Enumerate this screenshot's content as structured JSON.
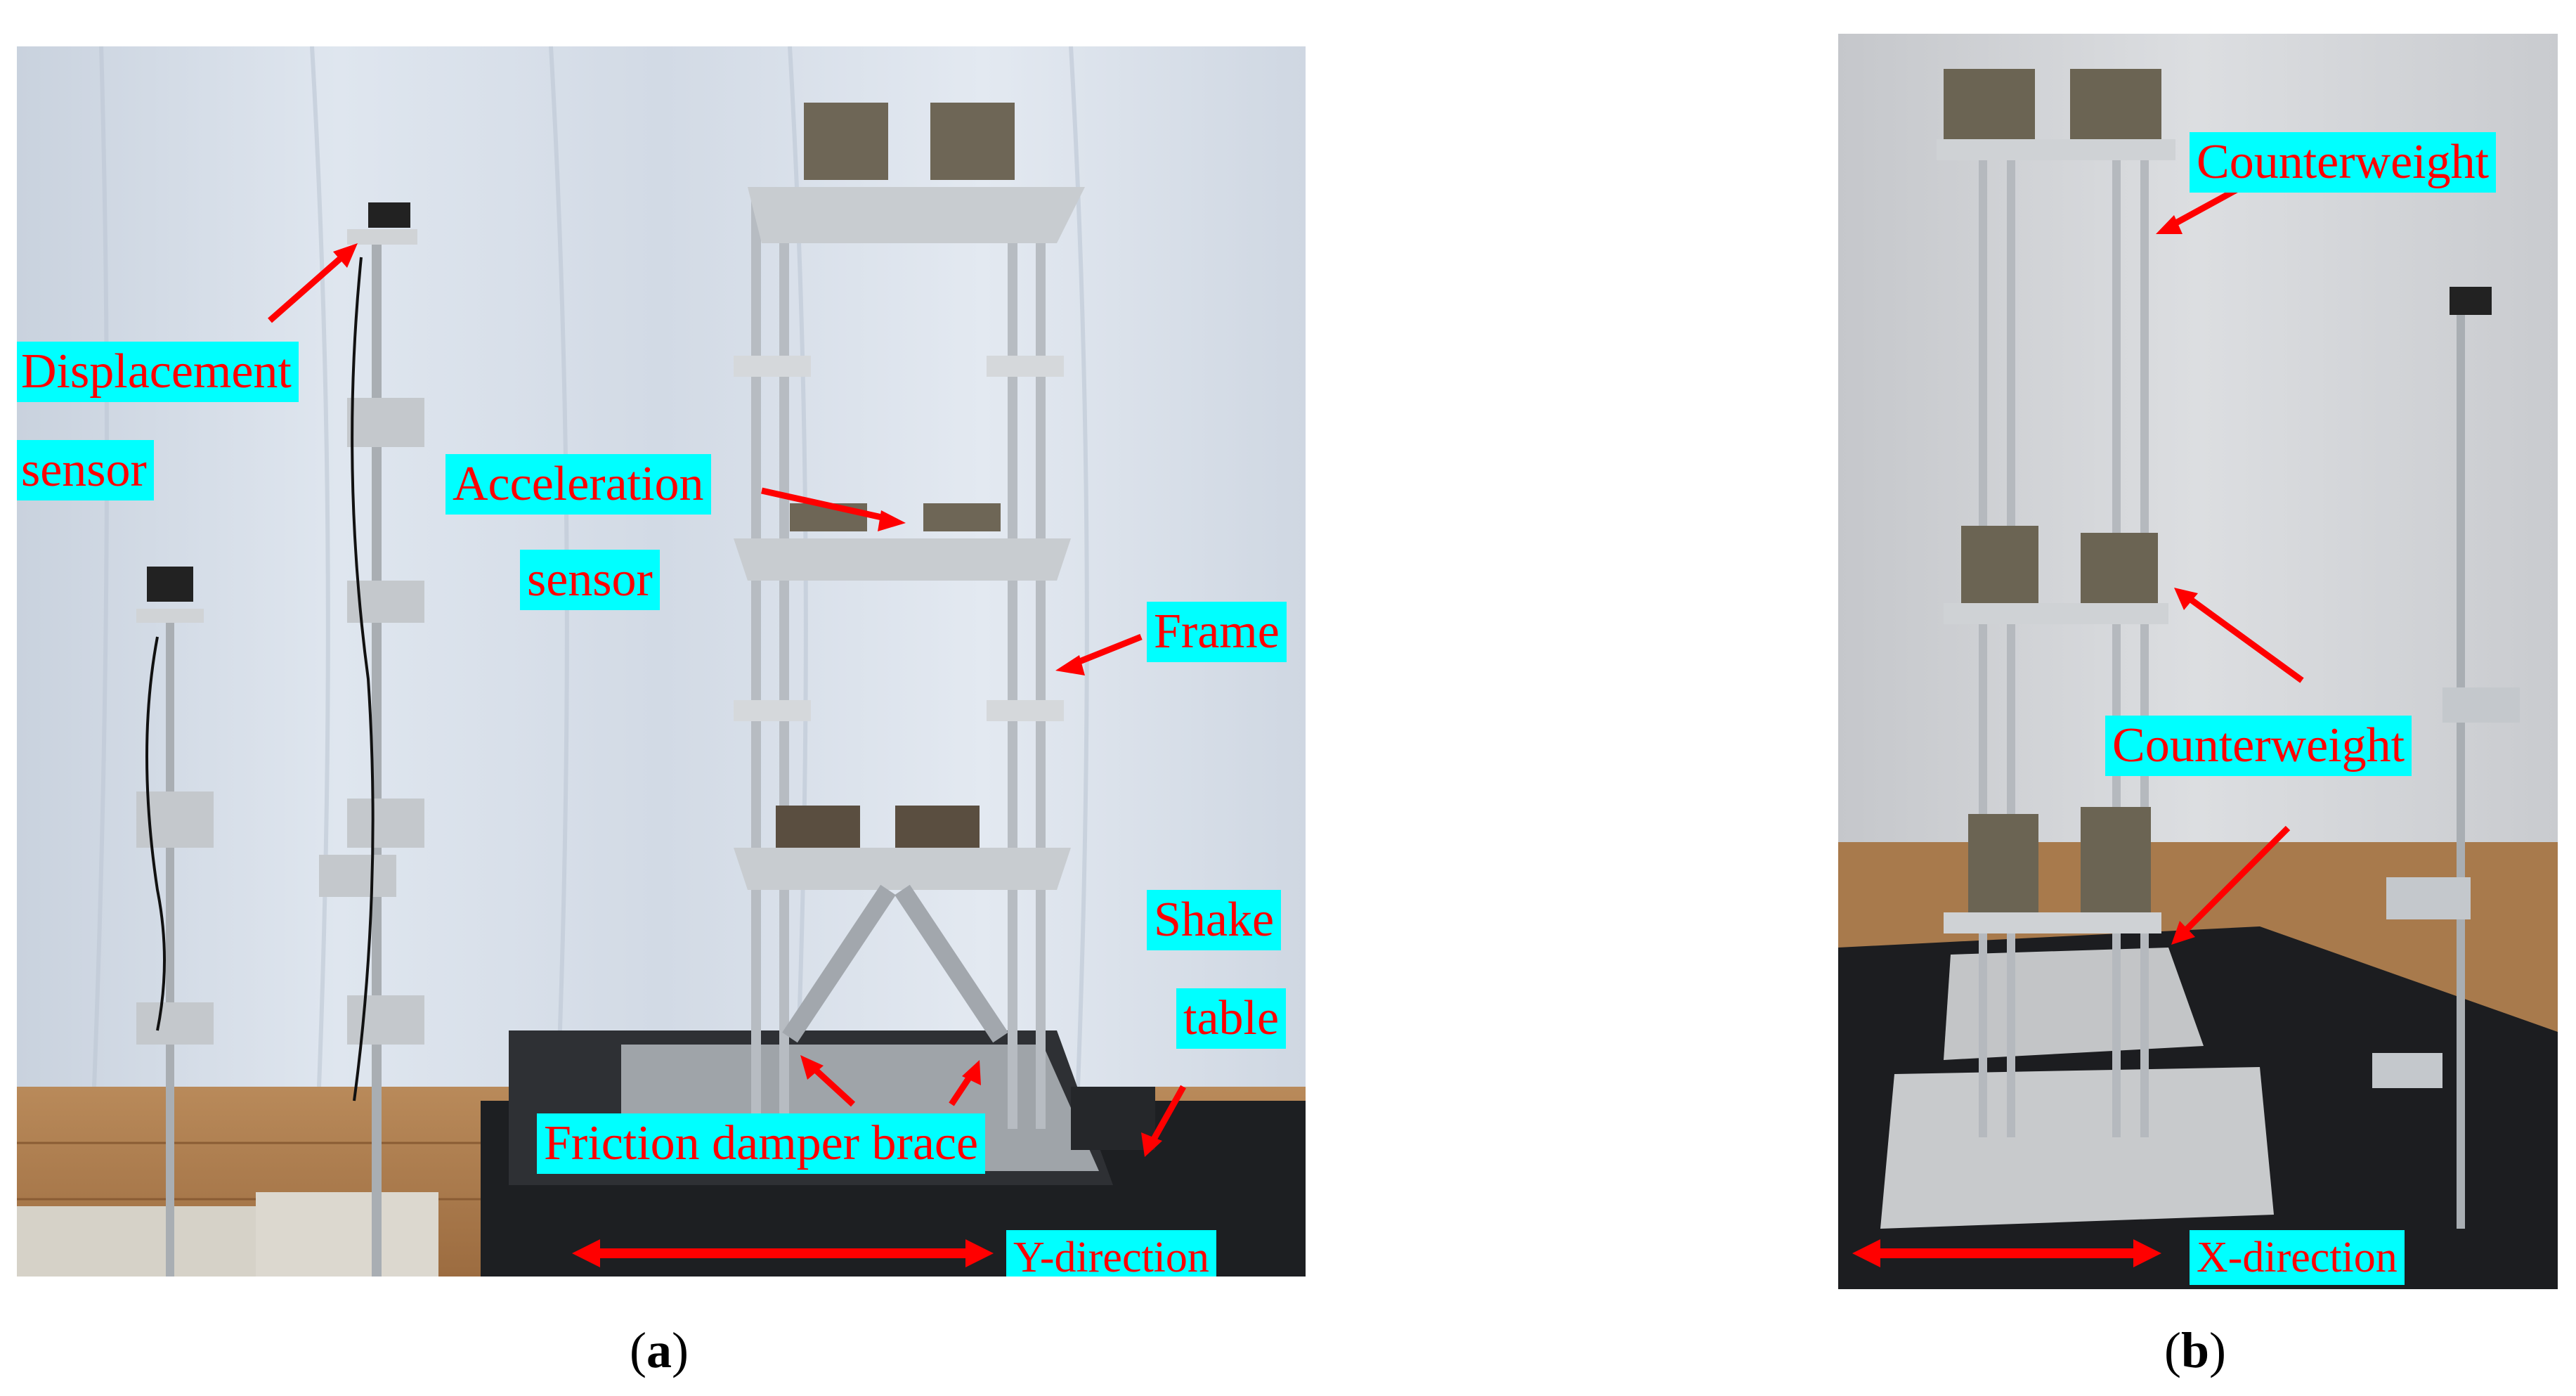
{
  "panel_a": {
    "labels": {
      "displacement_1": "Displacement",
      "displacement_2": "sensor",
      "acceleration_1": "Acceleration",
      "acceleration_2": "sensor",
      "frame": "Frame",
      "shake_1": "Shake",
      "shake_2": "table",
      "friction": "Friction damper brace",
      "direction": "Y-direction"
    },
    "caption_open": "(",
    "caption_letter": "a",
    "caption_close": ")"
  },
  "panel_b": {
    "labels": {
      "counterweight_top": "Counterweight",
      "counterweight_mid": "Counterweight",
      "direction": "X-direction"
    },
    "caption_open": "(",
    "caption_letter": "b",
    "caption_close": ")"
  },
  "colors": {
    "label_bg": "#00ffff",
    "label_text": "#ff0000",
    "arrow": "#ff0000"
  }
}
